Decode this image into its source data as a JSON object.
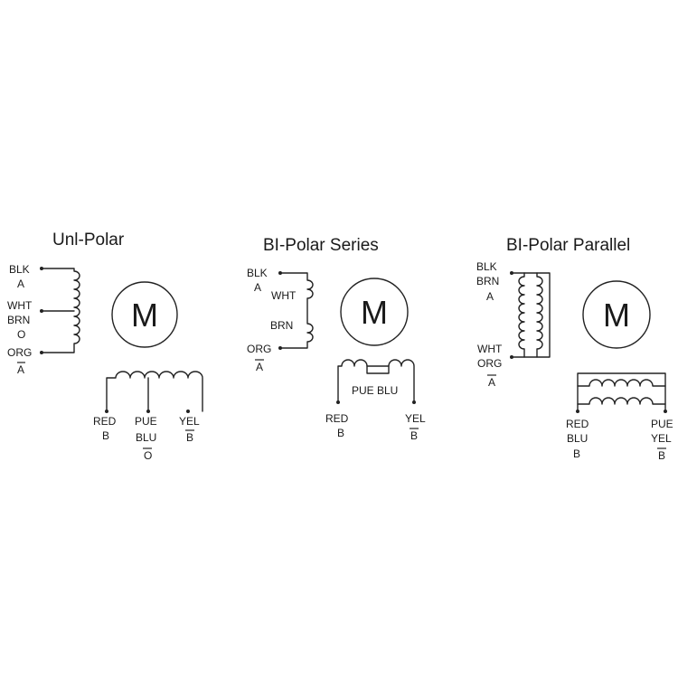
{
  "diagrams": [
    {
      "title": "Unl-Polar",
      "motor": "M",
      "left_labels": [
        "BLK",
        "A",
        "WHT",
        "BRN",
        "O",
        "ORG",
        "A"
      ],
      "bottom_labels": [
        "RED",
        "B",
        "PUE",
        "BLU",
        "O",
        "YEL",
        "B"
      ]
    },
    {
      "title": "BI-Polar Series",
      "motor": "M",
      "left_labels": [
        "BLK",
        "A",
        "WHT",
        "BRN",
        "ORG",
        "A"
      ],
      "bottom_labels": [
        "PUE BLU",
        "RED",
        "B",
        "YEL",
        "B"
      ]
    },
    {
      "title": "BI-Polar Parallel",
      "motor": "M",
      "left_labels": [
        "BLK",
        "BRN",
        "A",
        "WHT",
        "ORG",
        "A"
      ],
      "bottom_labels": [
        "RED",
        "BLU",
        "B",
        "PUE",
        "YEL",
        "B"
      ]
    }
  ],
  "colors": {
    "line": "#222222",
    "text": "#1a1a1a",
    "background": "#ffffff"
  }
}
